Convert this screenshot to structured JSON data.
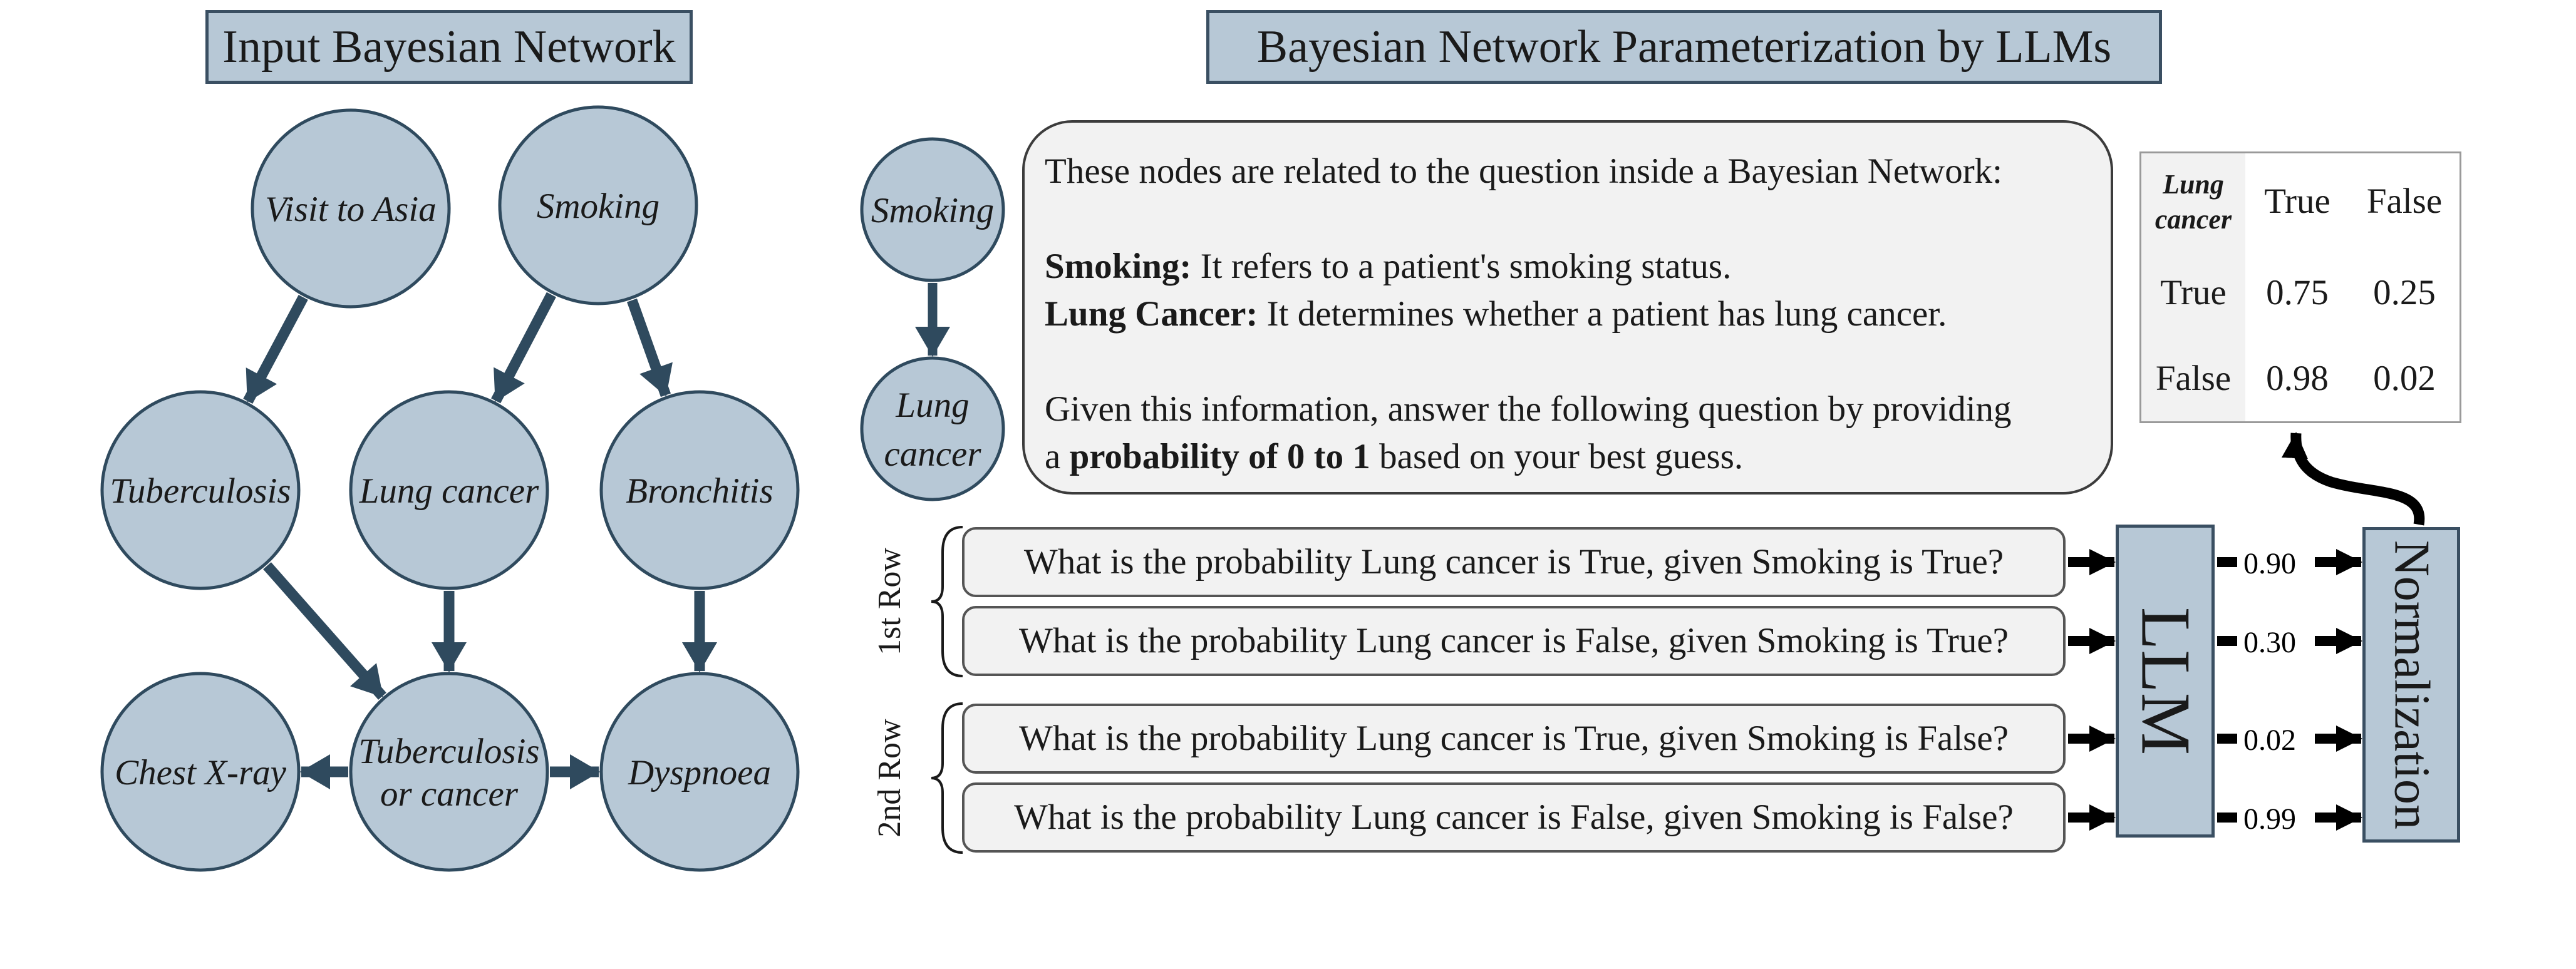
{
  "left_panel": {
    "title": "Input Bayesian Network",
    "nodes": [
      {
        "id": "visit",
        "label": [
          "Visit to Asia"
        ]
      },
      {
        "id": "smoking",
        "label": [
          "Smoking"
        ]
      },
      {
        "id": "tuberculosis",
        "label": [
          "Tuberculosis"
        ]
      },
      {
        "id": "lung",
        "label": [
          "Lung cancer"
        ]
      },
      {
        "id": "bronchitis",
        "label": [
          "Bronchitis"
        ]
      },
      {
        "id": "xray",
        "label": [
          "Chest X-ray"
        ]
      },
      {
        "id": "tbcancer",
        "label": [
          "Tuberculosis",
          "or cancer"
        ]
      },
      {
        "id": "dyspnoea",
        "label": [
          "Dyspnoea"
        ]
      }
    ],
    "edges": [
      [
        "visit",
        "tuberculosis"
      ],
      [
        "smoking",
        "lung"
      ],
      [
        "smoking",
        "bronchitis"
      ],
      [
        "tuberculosis",
        "tbcancer"
      ],
      [
        "lung",
        "tbcancer"
      ],
      [
        "bronchitis",
        "dyspnoea"
      ],
      [
        "tbcancer",
        "xray"
      ],
      [
        "tbcancer",
        "dyspnoea"
      ]
    ]
  },
  "right_panel": {
    "title": "Bayesian Network Parameterization by LLMs",
    "mini_nodes": [
      {
        "id": "m_smoking",
        "label": [
          "Smoking"
        ]
      },
      {
        "id": "m_lung",
        "label": [
          "Lung",
          "cancer"
        ]
      }
    ],
    "prompt": {
      "intro": "These nodes are related to the question inside a Bayesian Network:",
      "def1_term": "Smoking:",
      "def1_text": " It refers to a patient's smoking status.",
      "def2_term": "Lung Cancer:",
      "def2_text": " It determines whether a patient has lung cancer.",
      "instr1": "Given this information, answer the following question by providing",
      "instr2_pre": "a ",
      "instr2_bold1": "probability of ",
      "instr2_bold2": "0 to 1",
      "instr2_post": " based on your best guess."
    },
    "row_labels": [
      "1st Row",
      "2nd Row"
    ],
    "questions": [
      "What is the probability Lung cancer is True, given Smoking is True?",
      "What is the probability Lung cancer is False, given Smoking is True?",
      "What is the probability Lung cancer is True, given Smoking is False?",
      "What is the probability Lung cancer is False, given Smoking is False?"
    ],
    "llm_label": "LLM",
    "raw_outputs": [
      "0.90",
      "0.30",
      "0.02",
      "0.99"
    ],
    "normalization_label": "Normalization",
    "cpt": {
      "corner": [
        "Lung",
        "cancer"
      ],
      "columns": [
        "True",
        "False"
      ],
      "rows": [
        {
          "label": "True",
          "values": [
            "0.75",
            "0.25"
          ]
        },
        {
          "label": "False",
          "values": [
            "0.98",
            "0.02"
          ]
        }
      ]
    }
  },
  "colors": {
    "node_fill": "#b7c8d6",
    "node_stroke": "#2f4a5e",
    "arrow": "#2f4a5e",
    "panel_border": "#8c8c8c",
    "box_fill": "#f2f2f2"
  }
}
